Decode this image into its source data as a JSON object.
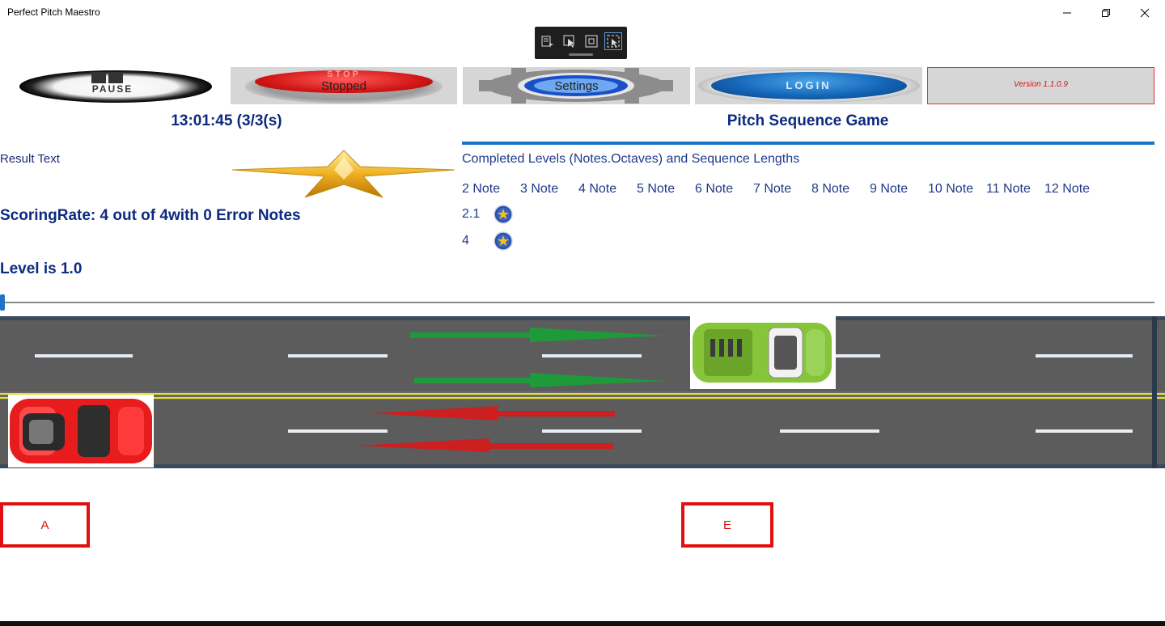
{
  "window": {
    "title": "Perfect Pitch Maestro"
  },
  "buttons": {
    "pause_label": "PAUSE",
    "stop_top_label": "STOP",
    "stop_label": "Stopped",
    "settings_label": "Settings",
    "login_label": "LOGIN",
    "version_label": "Version 1.1.0.9"
  },
  "status": {
    "clock": "13:01:45 (3/3(s)",
    "game_title": "Pitch Sequence Game",
    "result_text": "Result Text",
    "scoring": "ScoringRate: 4 out of 4with 0 Error Notes",
    "level": "Level is 1.0"
  },
  "completed": {
    "title": "Completed Levels (Notes.Octaves) and Sequence Lengths",
    "columns": [
      "2 Note",
      "3 Note",
      "4 Note",
      "5 Note",
      "6 Note",
      "7 Note",
      "8 Note",
      "9 Note",
      "10 Note",
      "11 Note",
      "12 Note"
    ],
    "rows": [
      {
        "label": "2.1",
        "medal": "star-medal-icon"
      },
      {
        "label": "4",
        "medal": "star-medal-icon"
      }
    ]
  },
  "answers": {
    "left": "A",
    "right": "E"
  },
  "colors": {
    "accent_blue": "#1e73c8",
    "heading_navy": "#0d2a80",
    "answer_red": "#e01010",
    "road_gray": "#5c5c5c",
    "arrow_green": "#1f9a3a",
    "arrow_red": "#cc1f1f"
  }
}
